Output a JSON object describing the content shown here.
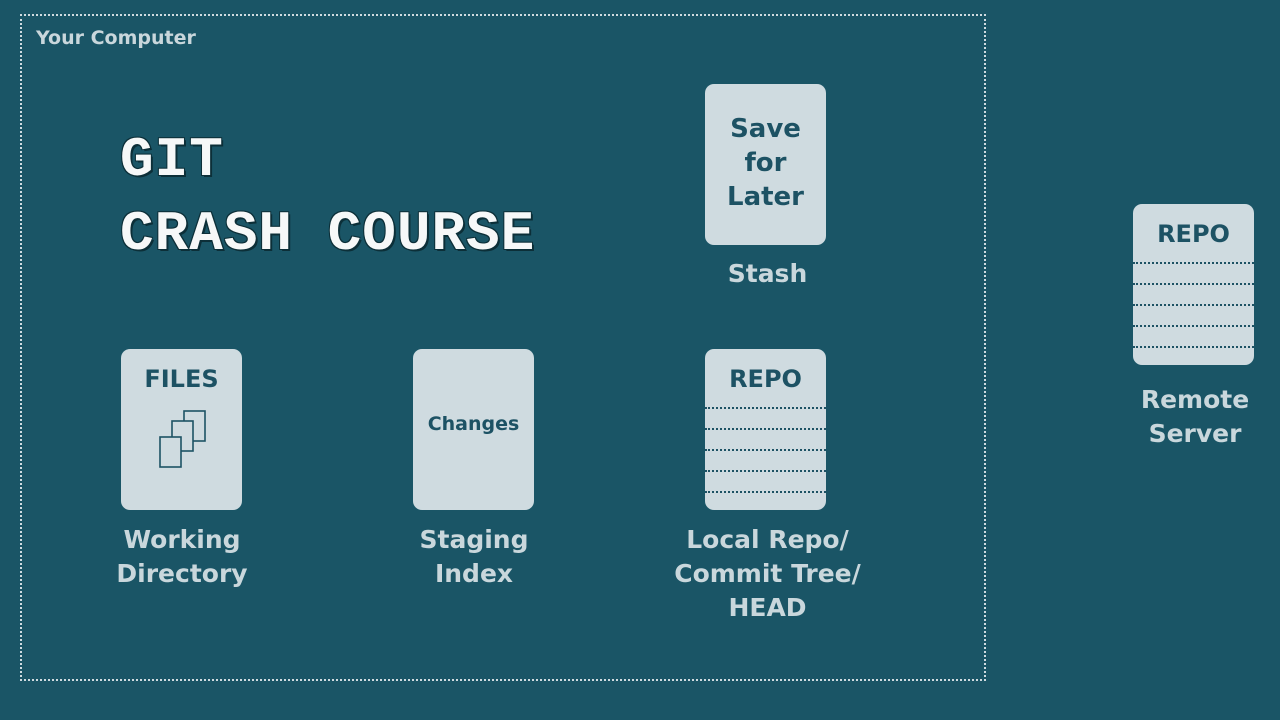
{
  "frame": {
    "label": "Your Computer"
  },
  "title": {
    "line1": "GIT",
    "line2": "CRASH COURSE"
  },
  "stash": {
    "card_lines": [
      "Save",
      "for",
      "Later"
    ],
    "caption": "Stash"
  },
  "working_directory": {
    "card_label": "FILES",
    "icon": "files-icon",
    "caption_lines": [
      "Working",
      "Directory"
    ]
  },
  "staging": {
    "card_label": "Changes",
    "caption_lines": [
      "Staging",
      "Index"
    ]
  },
  "local_repo": {
    "card_label": "REPO",
    "caption_lines": [
      "Local Repo/",
      "Commit Tree/",
      "HEAD"
    ]
  },
  "remote": {
    "card_label": "REPO",
    "caption_lines": [
      "Remote",
      "Server"
    ]
  },
  "colors": {
    "background": "#1a5566",
    "card": "#cfdbe0",
    "card_text": "#1d5264",
    "caption_text": "#c9d7dc"
  }
}
